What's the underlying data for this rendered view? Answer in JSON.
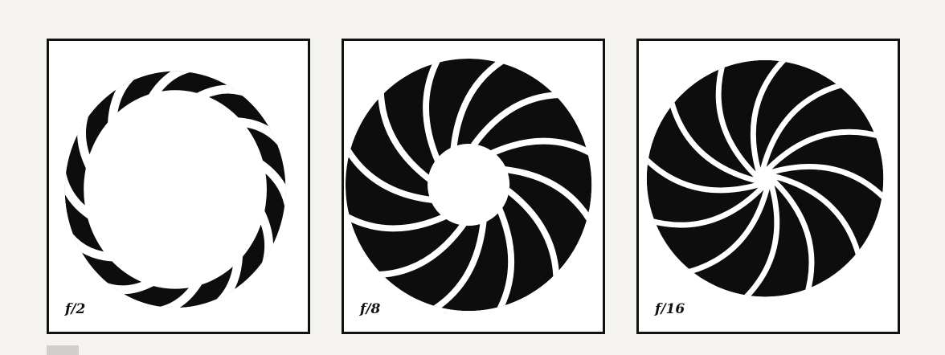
{
  "apertures": [
    {
      "label": "f/2",
      "blade_count": 12
    },
    {
      "label": "f/8",
      "blade_count": 12
    },
    {
      "label": "f/16",
      "blade_count": 12
    }
  ]
}
